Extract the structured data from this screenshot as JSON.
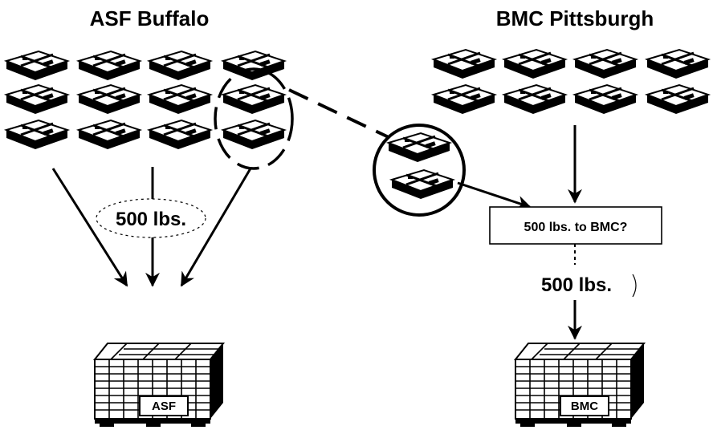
{
  "left": {
    "title": "ASF Buffalo",
    "flow_label": "500 lbs.",
    "pallet_label": "ASF"
  },
  "right": {
    "title": "BMC Pittsburgh",
    "decision_label": "500 lbs. to BMC?",
    "flow_label": "500 lbs.",
    "pallet_label": "BMC"
  }
}
